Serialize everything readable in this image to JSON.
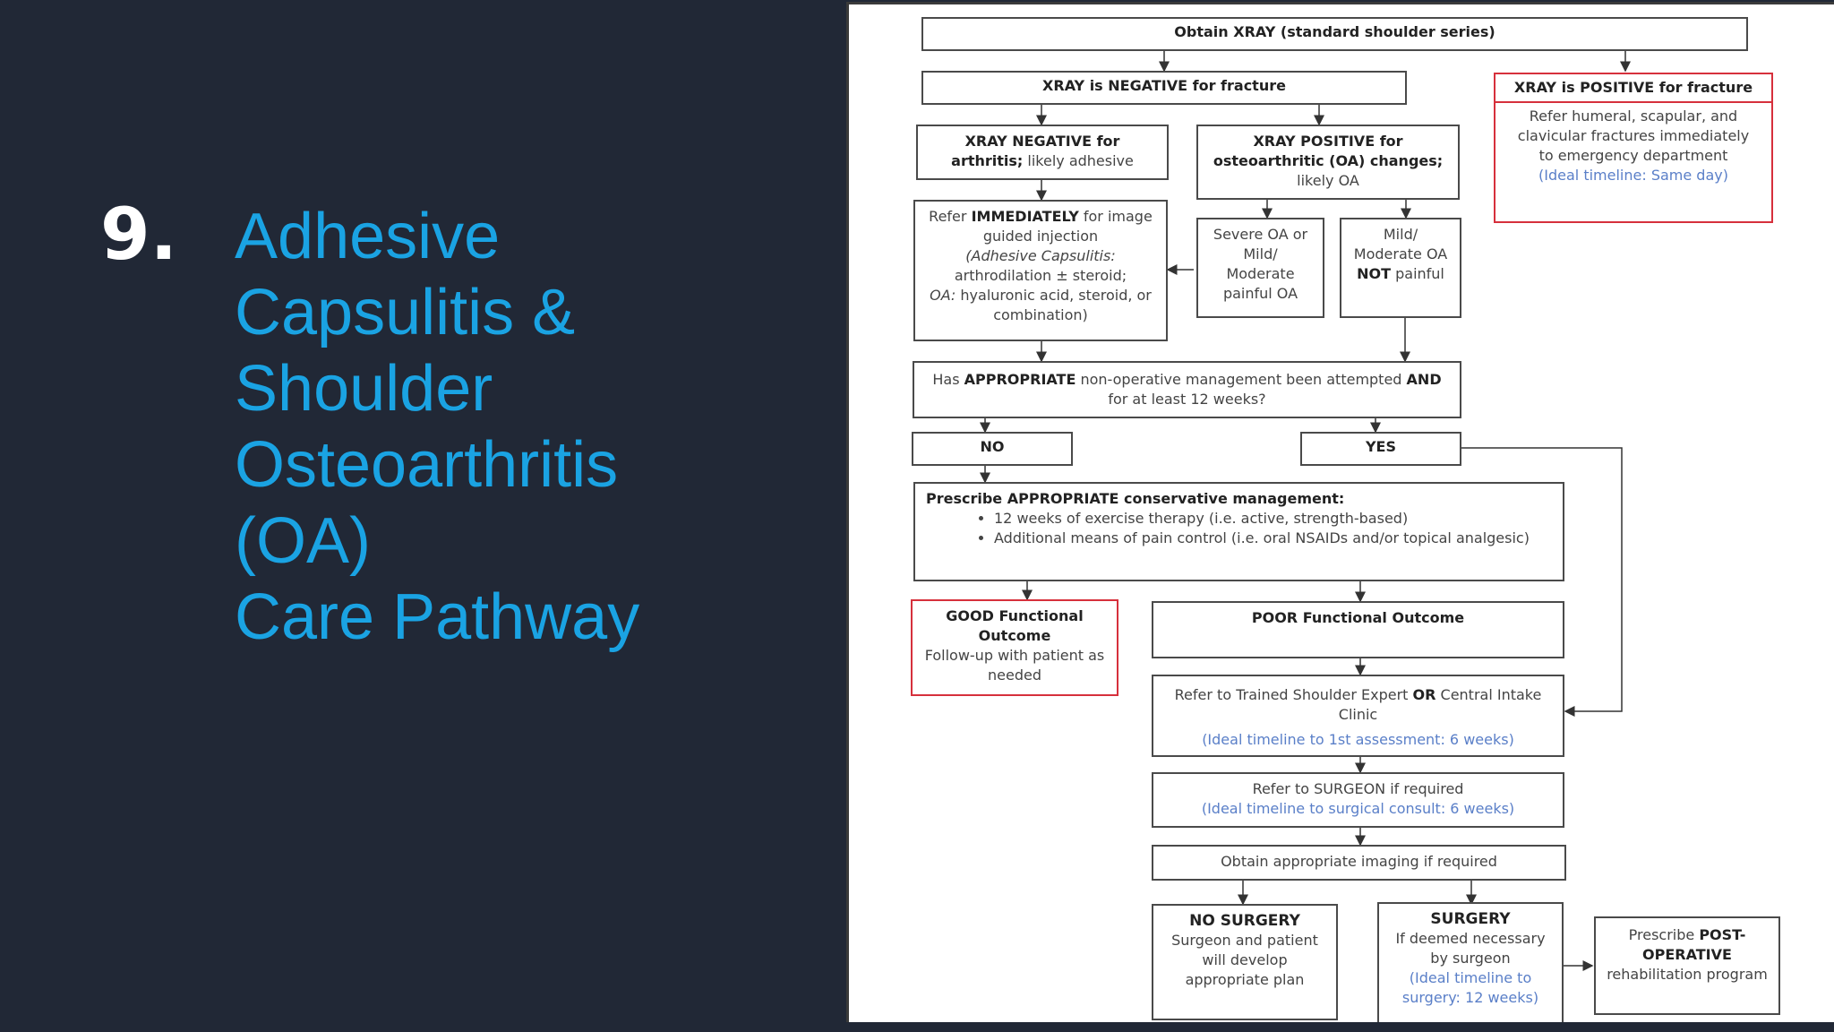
{
  "slide": {
    "number": "9.",
    "title_lines": [
      "Adhesive",
      "Capsulitis &",
      "Shoulder",
      "Osteoarthritis",
      "(OA)",
      "Care Pathway"
    ]
  },
  "flow": {
    "obtain_xray": "Obtain XRAY (standard shoulder series)",
    "xray_negative": {
      "prefix": "XRAY is ",
      "keyword": "NEGATIVE",
      "suffix": " for fracture"
    },
    "xray_positive": {
      "prefix": "XRAY is ",
      "keyword": "POSITIVE",
      "suffix": " for fracture",
      "body": "Refer humeral, scapular, and clavicular fractures immediately to emergency department",
      "timeline": "(Ideal timeline: Same day)"
    },
    "neg_arthritis": {
      "bold": "XRAY NEGATIVE for arthritis;",
      "rest": " likely adhesive"
    },
    "pos_oa": {
      "bold": "XRAY POSITIVE for osteoarthritic (OA) changes;",
      "rest": " likely OA"
    },
    "refer_immediately": {
      "a": "Refer ",
      "b": "IMMEDIATELY",
      "c": " for image guided injection",
      "d": "(Adhesive Capsulitis:",
      "e": " arthrodilation ± steroid;",
      "f": "OA:",
      "g": " hyaluronic acid, steroid, or combination)"
    },
    "severe_oa": "Severe OA or Mild/ Moderate painful OA",
    "mild_oa": {
      "a": "Mild/ Moderate OA ",
      "b": "NOT",
      "c": " painful"
    },
    "question": {
      "a": "Has ",
      "b": "APPROPRIATE",
      "c": " non-operative management been attempted ",
      "d": "AND",
      "e": " for at least 12 weeks?"
    },
    "no": "NO",
    "yes": "YES",
    "prescribe": {
      "header": "Prescribe APPROPRIATE conservative management:",
      "items": [
        "12 weeks of exercise therapy (i.e. active, strength-based)",
        "Additional means of pain control (i.e. oral NSAIDs and/or topical analgesic)"
      ]
    },
    "good_outcome": {
      "header": "GOOD Functional Outcome",
      "body": "Follow-up with patient as needed"
    },
    "poor_outcome": "POOR Functional Outcome",
    "refer_expert": {
      "a": "Refer to Trained Shoulder Expert ",
      "b": "OR",
      "c": " Central Intake Clinic",
      "timeline": "(Ideal timeline to 1st assessment: 6 weeks)"
    },
    "refer_surgeon": {
      "text": "Refer to SURGEON if required",
      "timeline": "(Ideal timeline to surgical consult: 6 weeks)"
    },
    "imaging": "Obtain appropriate imaging if required",
    "no_surgery": {
      "header": "NO SURGERY",
      "body": "Surgeon and patient will develop appropriate plan"
    },
    "surgery": {
      "header": "SURGERY",
      "body": "If deemed necessary by surgeon",
      "timeline": "(Ideal timeline to surgery: 12 weeks)"
    },
    "post_op": {
      "a": "Prescribe ",
      "b": "POST-OPERATIVE",
      "c": " rehabilitation program"
    }
  },
  "colors": {
    "background": "#212836",
    "title": "#1aa3e3",
    "negative": "#5cb85c",
    "positive": "#e03a3a",
    "red_border": "#d6303c",
    "timeline": "#5a7fc8"
  }
}
